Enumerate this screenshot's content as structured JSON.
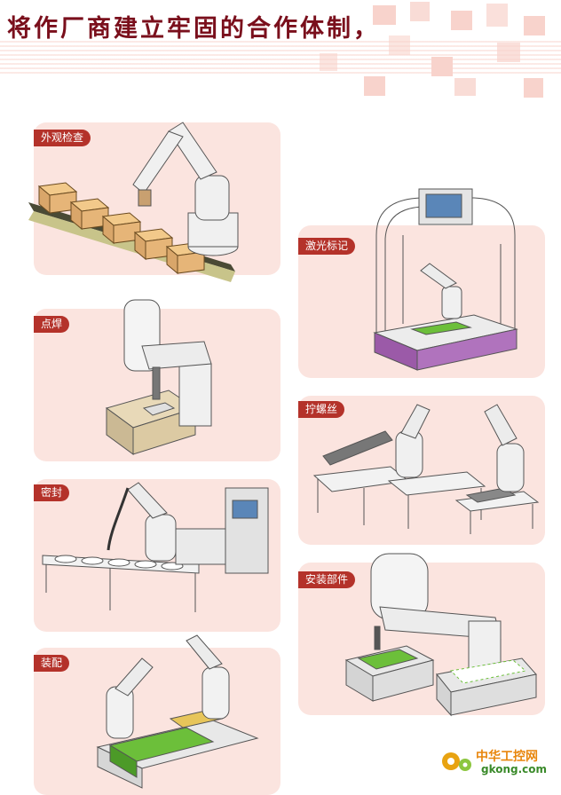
{
  "title": "将作厂商建立牢固的合作体制，",
  "colors": {
    "title": "#7a0f1c",
    "card": "#fbe4df",
    "label": "#b4322a",
    "accent_purple": "#9b5aa8",
    "pcb_green": "#6cbf3a"
  },
  "applications": [
    {
      "label": "外观检查",
      "icon": "articulated-robot-conveyor"
    },
    {
      "label": "点焊",
      "icon": "scara-robot-welding"
    },
    {
      "label": "密封",
      "icon": "articulated-robot-sealing"
    },
    {
      "label": "装配",
      "icon": "dual-robot-assembly"
    },
    {
      "label": "激光标记",
      "icon": "laser-marking-cell"
    },
    {
      "label": "拧螺丝",
      "icon": "dual-robot-screwing"
    },
    {
      "label": "安装部件",
      "icon": "scara-robot-mounting"
    }
  ],
  "watermark": {
    "text": "中华工控网",
    "url": "gkong.com"
  }
}
